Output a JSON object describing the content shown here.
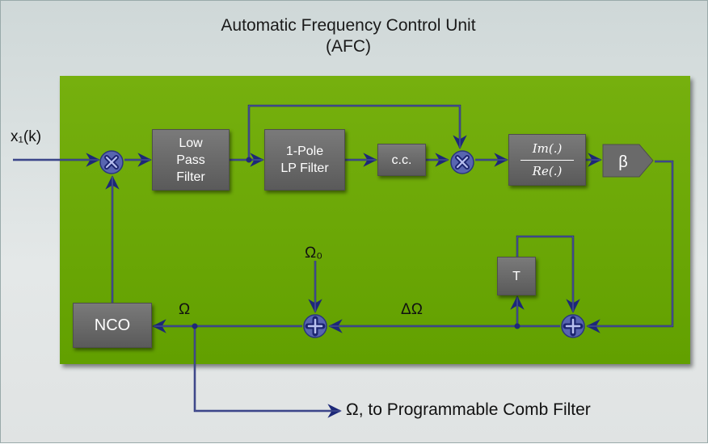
{
  "title": {
    "line1": "Automatic Frequency Control Unit",
    "line2": "(AFC)"
  },
  "blocks": {
    "lpf": "Low\nPass\nFilter",
    "pole": "1-Pole\nLP Filter",
    "cc": "c.c.",
    "ratio_num": "Im(.)",
    "ratio_den": "Re(.)",
    "beta": "β",
    "delay": "T",
    "nco": "NCO"
  },
  "signals": {
    "input": "x₁(k)",
    "omega0": "Ω₀",
    "delta_omega": "ΔΩ",
    "omega": "Ω",
    "output": "Ω, to Programmable Comb Filter"
  },
  "colors": {
    "background": "#d9dfdf",
    "panel": "#6aa808",
    "block": "#6b6b6b",
    "wire": "#202a78",
    "node": "#5a66b0"
  }
}
